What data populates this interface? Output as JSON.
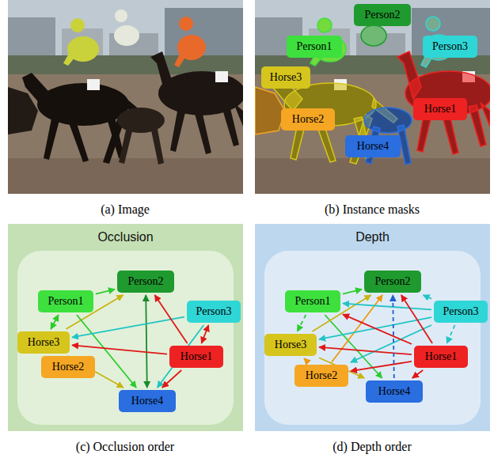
{
  "diagram": {
    "nodes": [
      {
        "text": [
          "Person2"
        ]
      },
      {
        "text": [
          "Person1"
        ]
      },
      {
        "text": [
          "Person3"
        ]
      },
      {
        "text": [
          "Horse3"
        ]
      },
      {
        "text": [
          "Horse1"
        ]
      },
      {
        "text": [
          "Horse2"
        ]
      },
      {
        "text": [
          "Horse4"
        ]
      },
      {
        "text": [
          "Occlusion"
        ]
      },
      {
        "text": [
          "Person2"
        ],
        "in": 7
      },
      {
        "text": [
          "Person1"
        ],
        "in": 7
      },
      {
        "text": [
          "Person3"
        ],
        "in": 7
      },
      {
        "text": [
          "Horse3"
        ],
        "in": 7
      },
      {
        "text": [
          "Horse1"
        ],
        "in": 7
      },
      {
        "text": [
          "Horse2"
        ],
        "in": 7
      },
      {
        "text": [
          "Horse4"
        ],
        "in": 7
      },
      {
        "text": [
          "Depth"
        ]
      },
      {
        "text": [
          "Person2"
        ],
        "in": 15
      },
      {
        "text": [
          "Person1"
        ],
        "in": 15
      },
      {
        "text": [
          "Person3"
        ],
        "in": 15
      },
      {
        "text": [
          "Horse3"
        ],
        "in": 15
      },
      {
        "text": [
          "Horse1"
        ],
        "in": 15
      },
      {
        "text": [
          "Horse2"
        ],
        "in": 15
      },
      {
        "text": [
          "Horse4"
        ],
        "in": 15
      }
    ],
    "edges": [
      {
        "from": 9,
        "to": 8,
        "arrow": "to"
      },
      {
        "from": 9,
        "to": 11,
        "arrow": "both"
      },
      {
        "from": 11,
        "to": 8,
        "arrow": "to"
      },
      {
        "from": 11,
        "to": 14,
        "arrow": "to"
      },
      {
        "from": 9,
        "to": 14,
        "arrow": "to"
      },
      {
        "from": 8,
        "to": 14,
        "arrow": "both"
      },
      {
        "from": 10,
        "to": 11,
        "arrow": "to"
      },
      {
        "from": 10,
        "to": 14,
        "arrow": "to"
      },
      {
        "from": 12,
        "to": 8,
        "arrow": "to"
      },
      {
        "from": 12,
        "to": 10,
        "arrow": "both"
      },
      {
        "from": 12,
        "to": 11,
        "arrow": "to"
      },
      {
        "from": 12,
        "to": 14,
        "arrow": "to"
      },
      {
        "from": 17,
        "to": 16,
        "arrow": "to"
      },
      {
        "from": 17,
        "to": 19,
        "arrow": "to"
      },
      {
        "from": 17,
        "to": 22,
        "arrow": "to"
      },
      {
        "from": 19,
        "to": 16,
        "arrow": "to"
      },
      {
        "from": 19,
        "to": 22,
        "arrow": "to"
      },
      {
        "from": 21,
        "to": 16,
        "arrow": "to"
      },
      {
        "from": 21,
        "to": 19,
        "arrow": "to"
      },
      {
        "from": 18,
        "to": 16,
        "arrow": "to"
      },
      {
        "from": 18,
        "to": 17,
        "arrow": "to"
      },
      {
        "from": 18,
        "to": 19,
        "arrow": "to"
      },
      {
        "from": 18,
        "to": 21,
        "arrow": "to"
      },
      {
        "from": 18,
        "to": 20,
        "arrow": "to"
      },
      {
        "from": 20,
        "to": 16,
        "arrow": "to"
      },
      {
        "from": 20,
        "to": 17,
        "arrow": "to"
      },
      {
        "from": 20,
        "to": 19,
        "arrow": "to"
      },
      {
        "from": 20,
        "to": 21,
        "arrow": "to"
      },
      {
        "from": 20,
        "to": 22,
        "arrow": "to"
      },
      {
        "from": 22,
        "to": 16,
        "arrow": "to"
      }
    ],
    "labels": [
      "(a) Image",
      "(b) Instance masks",
      "(c) Occlusion order",
      "(d) Depth order"
    ]
  }
}
